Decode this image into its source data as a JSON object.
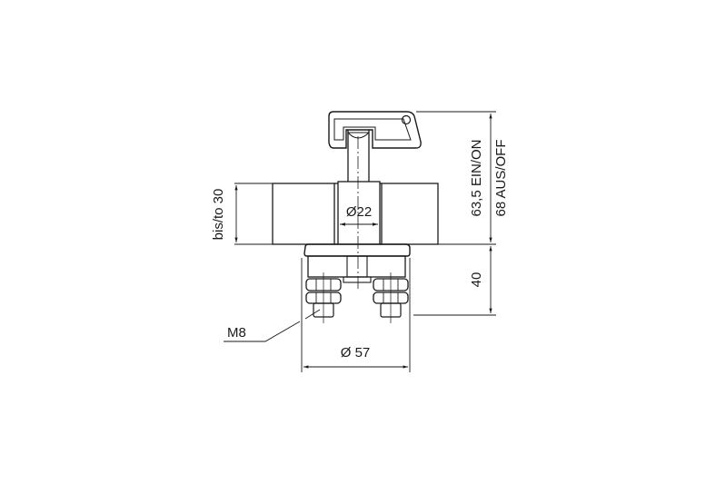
{
  "drawing": {
    "type": "technical-dimension-drawing",
    "subject": "battery isolator switch with removable key",
    "colors": {
      "line": "#1a1a1a",
      "background": "#ffffff"
    }
  },
  "dimensions": {
    "panel_thickness": "bis/to 30",
    "bore_diameter": "Ø22",
    "height_on": "63,5 EIN/ON",
    "height_off": "68 AUS/OFF",
    "body_depth": "40",
    "body_diameter": "Ø 57",
    "thread": "M8"
  }
}
